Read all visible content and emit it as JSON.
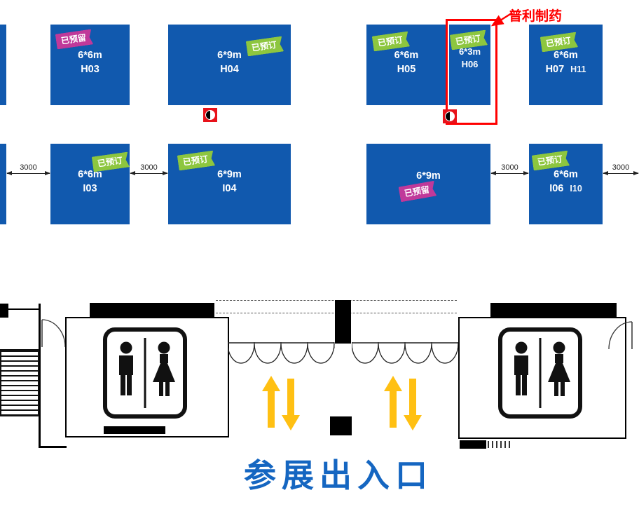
{
  "colors": {
    "booth_blue": "#1159AE",
    "badge_booked_green": "#8DC63F",
    "badge_reserved_magenta": "#C0399A",
    "highlight_red": "#FF0000",
    "arrow_yellow": "#FFC013",
    "entrance_text_blue": "#1566C1"
  },
  "annotation": {
    "label": "普利制药"
  },
  "badges": {
    "booked": "已预订",
    "reserved": "已预留"
  },
  "booths": {
    "h03": {
      "size": "6*6m",
      "id": "H03",
      "badge": "已预留"
    },
    "h04": {
      "size": "6*9m",
      "id": "H04",
      "badge": "已预订"
    },
    "h05": {
      "size": "6*6m",
      "id": "H05",
      "badge": "已预订"
    },
    "h06": {
      "size": "6*3m",
      "id": "H06",
      "badge": "已预订"
    },
    "h07": {
      "size": "6*6m",
      "id": "H07",
      "id2": "H11",
      "badge": "已预订"
    },
    "i03": {
      "size": "6*6m",
      "id": "I03",
      "badge": "已预订"
    },
    "i04": {
      "size": "6*9m",
      "id": "I04",
      "badge": "已预订"
    },
    "i05": {
      "size": "6*9m",
      "badge": "已预留"
    },
    "i06": {
      "size": "6*6m",
      "id": "I06",
      "id2": "I10",
      "badge": "已预订"
    }
  },
  "dims": {
    "d1": "3000",
    "d2": "3000",
    "d3": "3000",
    "d4": "3000"
  },
  "entrance": {
    "label": "参展出入口"
  }
}
